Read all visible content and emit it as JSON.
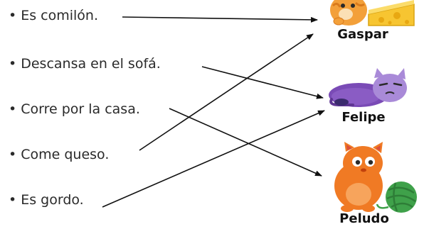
{
  "statements": [
    {
      "bullet": "•",
      "text": "Es comilón."
    },
    {
      "bullet": "•",
      "text": "Descansa en el sofá."
    },
    {
      "bullet": "•",
      "text": "Corre por la casa."
    },
    {
      "bullet": "•",
      "text": "Come queso."
    },
    {
      "bullet": "•",
      "text": "Es gordo."
    }
  ],
  "characters": [
    {
      "name": "Gaspar",
      "icon": "orange-cat-with-cheese-icon"
    },
    {
      "name": "Felipe",
      "icon": "purple-sleeping-cat-icon"
    },
    {
      "name": "Peludo",
      "icon": "fluffy-orange-cat-with-yarn-icon"
    }
  ],
  "links": [
    {
      "from": "Es comilón.",
      "to": "Gaspar"
    },
    {
      "from": "Descansa en el sofá.",
      "to": "Felipe"
    },
    {
      "from": "Corre por la casa.",
      "to": "Peludo"
    },
    {
      "from": "Come queso.",
      "to": "Gaspar"
    },
    {
      "from": "Es gordo.",
      "to": "Felipe"
    }
  ],
  "colors": {
    "text": "#2a2a2a",
    "arrow": "#111111",
    "gaspar_fur": "#f3a03a",
    "cheese": "#f7c531",
    "felipe_fur": "#8a5cc4",
    "peludo_fur": "#f07a24",
    "yarn": "#3fa14a"
  }
}
